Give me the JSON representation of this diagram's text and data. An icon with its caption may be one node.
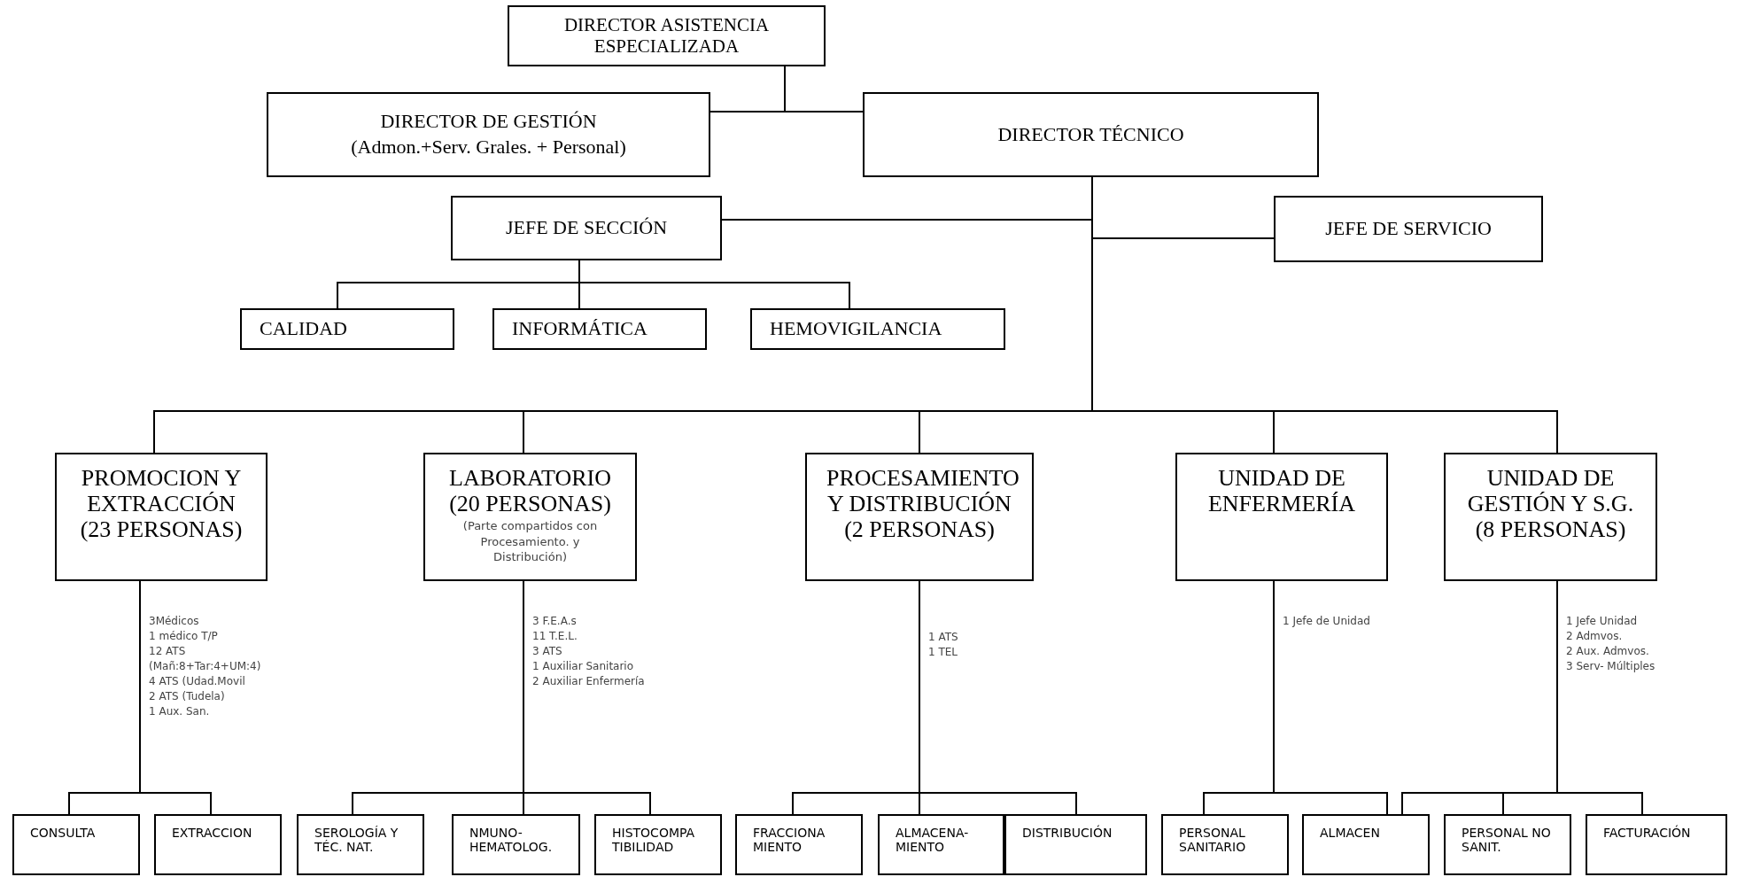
{
  "diagram": {
    "nodes": [
      {
        "text": [
          "DIRECTOR ASISTENCIA ESPECIALIZADA"
        ]
      },
      {
        "text": [
          "DIRECTOR DE GESTIÓN",
          "(Admon.+Serv. Grales. + Personal)"
        ]
      },
      {
        "text": [
          "DIRECTOR TÉCNICO"
        ]
      },
      {
        "text": [
          "JEFE DE SECCIÓN"
        ]
      },
      {
        "text": [
          "JEFE DE SERVICIO"
        ]
      },
      {
        "text": [
          "CALIDAD"
        ]
      },
      {
        "text": [
          "INFORMÁTICA"
        ]
      },
      {
        "text": [
          "HEMOVIGILANCIA"
        ]
      },
      {
        "text": [
          "PROMOCION Y EXTRACCIÓN (23 PERSONAS)"
        ],
        "beside": [
          "3Médicos",
          "1 médico T/P",
          "12 ATS",
          "(Mañ:8+Tar:4+UM:4)",
          "4 ATS (Udad.Movil",
          "2 ATS (Tudela)",
          "1 Aux. San."
        ]
      },
      {
        "text": [
          "LABORATORIO (20 PERSONAS)",
          "(Parte compartidos con Procesamiento. y Distribución)"
        ],
        "beside": [
          "3 F.E.A.s",
          "11 T.E.L.",
          "3 ATS",
          "1 Auxiliar Sanitario",
          "2 Auxiliar Enfermería"
        ]
      },
      {
        "text": [
          "PROCESAMIENTO Y DISTRIBUCIÓN (2 PERSONAS)"
        ],
        "beside": [
          "1 ATS",
          "1 TEL"
        ]
      },
      {
        "text": [
          "UNIDAD DE ENFERMERÍA"
        ],
        "beside": [
          "1 Jefe de Unidad"
        ]
      },
      {
        "text": [
          "UNIDAD DE GESTIÓN Y S.G. (8 PERSONAS)"
        ],
        "beside": [
          "1 Jefe Unidad",
          "2 Admvos.",
          "2 Aux. Admvos.",
          "3 Serv- Múltiples"
        ]
      },
      {
        "text": [
          "CONSULTA"
        ]
      },
      {
        "text": [
          "EXTRACCION"
        ]
      },
      {
        "text": [
          "SEROLOGÍA Y TÉC. NAT."
        ]
      },
      {
        "text": [
          "NMUNO- HEMATOLOG."
        ]
      },
      {
        "text": [
          "HISTOCOMPA TIBILIDAD"
        ]
      },
      {
        "text": [
          "FRACCIONA MIENTO"
        ]
      },
      {
        "text": [
          "ALMACENA- MIENTO"
        ]
      },
      {
        "text": [
          "DISTRIBUCIÓN"
        ]
      },
      {
        "text": [
          "PERSONAL SANITARIO"
        ]
      },
      {
        "text": [
          "ALMACEN"
        ]
      },
      {
        "text": [
          "PERSONAL NO SANIT."
        ]
      },
      {
        "text": [
          "FACTURACIÓN"
        ]
      }
    ],
    "edges": [
      {
        "from": 0,
        "to": 1,
        "arrow": "none"
      },
      {
        "from": 0,
        "to": 2,
        "arrow": "none"
      },
      {
        "from": 2,
        "to": 3,
        "arrow": "none"
      },
      {
        "from": 2,
        "to": 4,
        "arrow": "none"
      },
      {
        "from": 3,
        "to": 5,
        "arrow": "none"
      },
      {
        "from": 3,
        "to": 6,
        "arrow": "none"
      },
      {
        "from": 3,
        "to": 7,
        "arrow": "none"
      },
      {
        "from": 2,
        "to": 8,
        "arrow": "none"
      },
      {
        "from": 2,
        "to": 9,
        "arrow": "none"
      },
      {
        "from": 2,
        "to": 10,
        "arrow": "none"
      },
      {
        "from": 2,
        "to": 11,
        "arrow": "none"
      },
      {
        "from": 2,
        "to": 12,
        "arrow": "none"
      },
      {
        "from": 8,
        "to": 13,
        "arrow": "none"
      },
      {
        "from": 8,
        "to": 14,
        "arrow": "none"
      },
      {
        "from": 9,
        "to": 15,
        "arrow": "none"
      },
      {
        "from": 9,
        "to": 16,
        "arrow": "none"
      },
      {
        "from": 9,
        "to": 17,
        "arrow": "none"
      },
      {
        "from": 10,
        "to": 18,
        "arrow": "none"
      },
      {
        "from": 10,
        "to": 19,
        "arrow": "none"
      },
      {
        "from": 10,
        "to": 20,
        "arrow": "none"
      },
      {
        "from": 11,
        "to": 21,
        "arrow": "none"
      },
      {
        "from": 11,
        "to": 22,
        "arrow": "none"
      },
      {
        "from": 12,
        "to": 22,
        "arrow": "none"
      },
      {
        "from": 12,
        "to": 23,
        "arrow": "none"
      },
      {
        "from": 12,
        "to": 24,
        "arrow": "none"
      }
    ]
  }
}
